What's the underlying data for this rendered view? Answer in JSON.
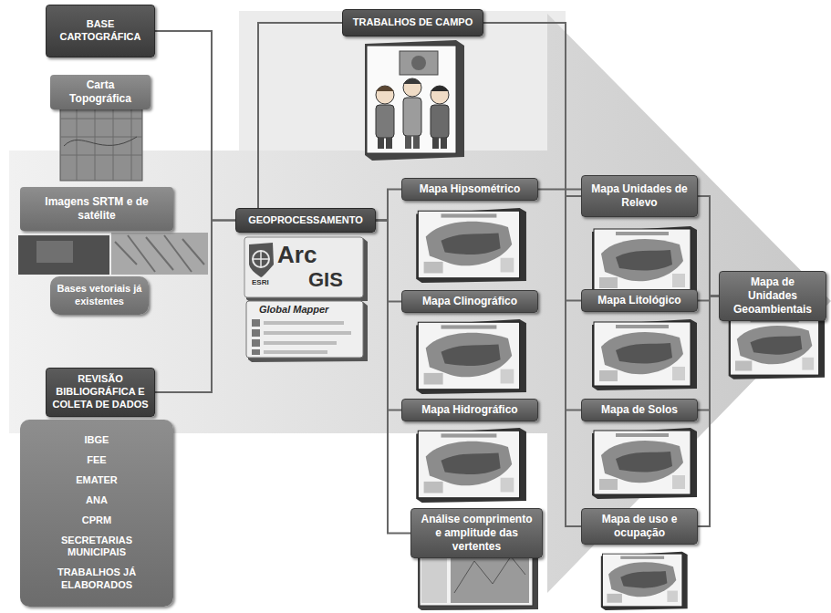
{
  "diagram": {
    "nodes": [
      {
        "text": [
          "BASE CARTOGRÁFICA"
        ]
      },
      {
        "text": [
          "Carta Topográfica"
        ]
      },
      {
        "text": [
          "Imagens SRTM e de satélite"
        ]
      },
      {
        "text": [
          "Bases vetoriais já existentes"
        ]
      },
      {
        "text": [
          "REVISÃO BIBLIOGRÁFICA E COLETA DE DADOS"
        ]
      },
      {
        "text": [
          "IBGE",
          "FEE",
          "EMATER",
          "ANA",
          "CPRM",
          "SECRETARIAS MUNICIPAIS",
          "TRABALHOS JÁ ELABORADOS"
        ]
      },
      {
        "text": [
          "TRABALHOS DE CAMPO"
        ]
      },
      {
        "text": [
          "GEOPROCESSAMENTO"
        ]
      },
      {
        "text": [
          "Mapa Hipsométrico"
        ]
      },
      {
        "text": [
          "Mapa Clinográfico"
        ]
      },
      {
        "text": [
          "Mapa Hidrográfico"
        ]
      },
      {
        "text": [
          "Análise comprimento e amplitude das vertentes"
        ]
      },
      {
        "text": [
          "Mapa Unidades de Relevo"
        ]
      },
      {
        "text": [
          "Mapa Litológico"
        ]
      },
      {
        "text": [
          "Mapa de Solos"
        ]
      },
      {
        "text": [
          "Mapa de uso e ocupação"
        ]
      },
      {
        "text": [
          "Mapa de Unidades Geoambientais"
        ]
      }
    ],
    "edges": [
      {
        "from": 0,
        "to": 7,
        "arrow": "none"
      },
      {
        "from": 4,
        "to": 7,
        "arrow": "none"
      },
      {
        "from": 7,
        "to": 6,
        "arrow": "none"
      },
      {
        "from": 7,
        "to": 8,
        "arrow": "none"
      },
      {
        "from": 7,
        "to": 9,
        "arrow": "none"
      },
      {
        "from": 7,
        "to": 10,
        "arrow": "none"
      },
      {
        "from": 7,
        "to": 11,
        "arrow": "none"
      },
      {
        "from": 8,
        "to": 12,
        "arrow": "none"
      },
      {
        "from": 6,
        "to": 12,
        "arrow": "none"
      },
      {
        "from": 6,
        "to": 13,
        "arrow": "none"
      },
      {
        "from": 6,
        "to": 14,
        "arrow": "none"
      },
      {
        "from": 6,
        "to": 15,
        "arrow": "none"
      },
      {
        "from": 12,
        "to": 16,
        "arrow": "none"
      },
      {
        "from": 13,
        "to": 16,
        "arrow": "none"
      },
      {
        "from": 14,
        "to": 16,
        "arrow": "none"
      },
      {
        "from": 15,
        "to": 16,
        "arrow": "none"
      }
    ],
    "labels": [
      "Arc",
      "ESRI",
      "GIS",
      "Global Mapper"
    ]
  }
}
